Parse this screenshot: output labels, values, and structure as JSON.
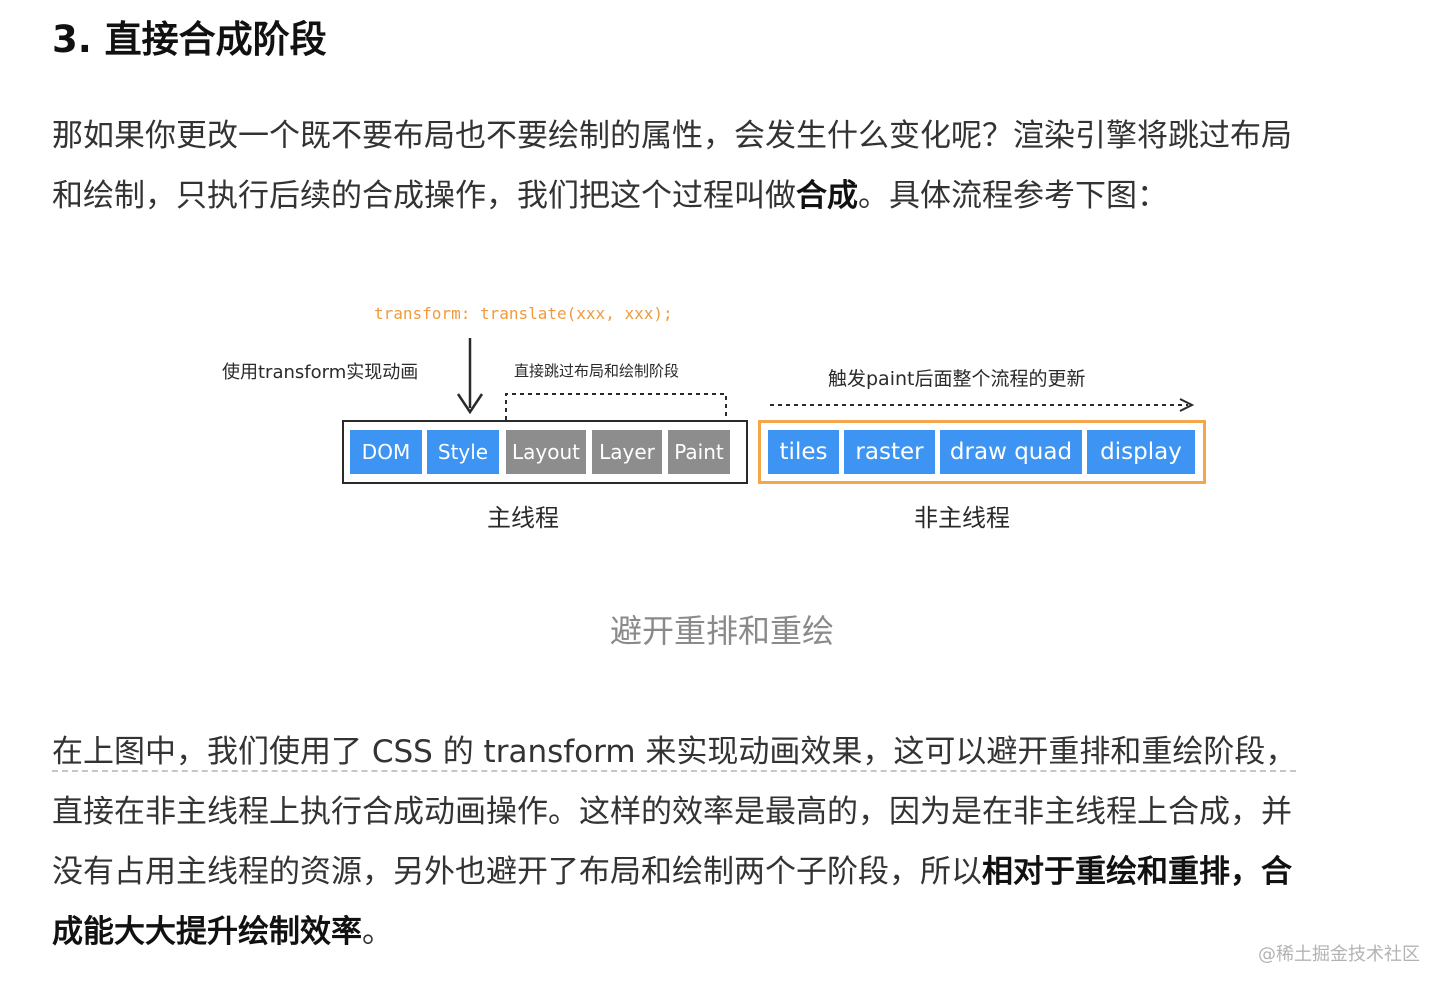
{
  "heading": "3. 直接合成阶段",
  "intro": {
    "line1": "那如果你更改一个既不要布局也不要绘制的属性，会发生什么变化呢？渲染引擎将跳过布局",
    "line2_before": "和绘制，只执行后续的合成操作，我们把这个过程叫做",
    "line2_bold": "合成",
    "line2_after": "。具体流程参考下图："
  },
  "figure": {
    "code": "transform: translate(xxx, xxx);",
    "note_transform": "使用transform实现动画",
    "note_skip": "直接跳过布局和绘制阶段",
    "note_trigger": "触发paint后面整个流程的更新",
    "main_stages": [
      {
        "label": "DOM",
        "state": "active"
      },
      {
        "label": "Style",
        "state": "active"
      },
      {
        "label": "Layout",
        "state": "skipped"
      },
      {
        "label": "Layer",
        "state": "skipped"
      },
      {
        "label": "Paint",
        "state": "skipped"
      }
    ],
    "compositor_stages": [
      "tiles",
      "raster",
      "draw quad",
      "display"
    ],
    "main_thread_label": "主线程",
    "compositor_thread_label": "非主线程",
    "colors": {
      "active": "#3d94f2",
      "skipped": "#8d8d8d",
      "code": "#f29a3b",
      "compositor_frame": "#f5a64c"
    }
  },
  "caption": "避开重排和重绘",
  "explain": {
    "line1": "在上图中，我们使用了 CSS 的 transform 来实现动画效果，这可以避开重排和重绘阶段，",
    "line2": "直接在非主线程上执行合成动画操作。这样的效率是最高的，因为是在非主线程上合成，并",
    "line3_before": "没有占用主线程的资源，另外也避开了布局和绘制两个子阶段，所以",
    "line3_bold": "相对于重绘和重排，合",
    "line4_bold": "成能大大提升绘制效率",
    "line4_after": "。"
  },
  "watermark": "@稀土掘金技术社区"
}
